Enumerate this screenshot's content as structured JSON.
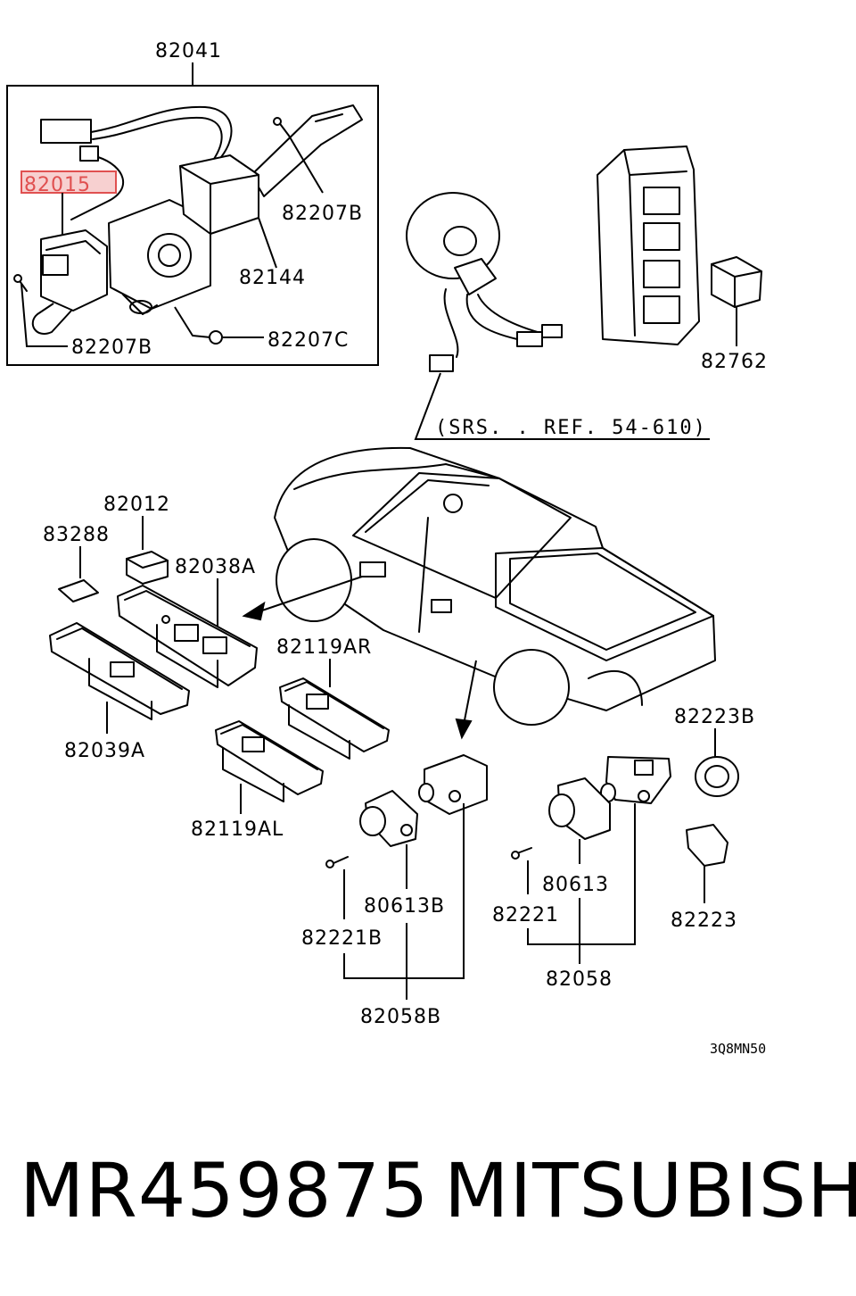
{
  "diagram": {
    "title_part": "82041",
    "labels": {
      "l82015": "82015",
      "l82207B_top": "82207B",
      "l82144": "82144",
      "l82207B_bottom": "82207B",
      "l82207C": "82207C",
      "srs_ref": "(SRS. . REF. 54-610)",
      "l82762": "82762",
      "l82012": "82012",
      "l83288": "83288",
      "l82038A": "82038A",
      "l82119AR": "82119AR",
      "l82039A": "82039A",
      "l82119AL": "82119AL",
      "l82223B": "82223B",
      "l80613B": "80613B",
      "l80613": "80613",
      "l82221": "82221",
      "l82221B": "82221B",
      "l82223": "82223",
      "l82058": "82058",
      "l82058B": "82058B",
      "ref_code": "3Q8MN50"
    },
    "highlight_color": "#e05050"
  },
  "caption": {
    "part_number": "MR459875",
    "brand": "MITSUBISHI"
  }
}
